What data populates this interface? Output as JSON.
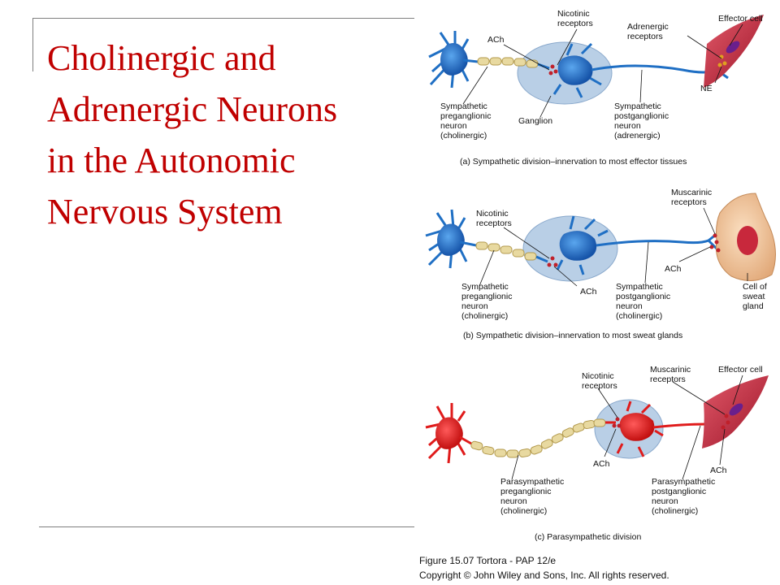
{
  "slide": {
    "title_lines": [
      "Cholinergic and",
      "Adrenergic Neurons",
      "in the Autonomic",
      "Nervous System"
    ]
  },
  "colors": {
    "title": "#c00000",
    "sympathetic_neuron": "#1f6fc4",
    "parasympathetic_neuron": "#e01b1b",
    "ganglion": "#b9cfe6",
    "myelin": "#e8d9a0",
    "effector_cell": "#c8283c",
    "sweat_gland": "#f2c79c"
  },
  "figure": {
    "panel_a": {
      "caption": "(a) Sympathetic division–innervation to most effector tissues",
      "nicotinic": [
        "Nicotinic",
        "receptors"
      ],
      "ach": "ACh",
      "adrenergic": [
        "Adrenergic",
        "receptors"
      ],
      "effector": "Effector cell",
      "ne": "NE",
      "pre": [
        "Sympathetic",
        "preganglionic",
        "neuron",
        "(cholinergic)"
      ],
      "ganglion": "Ganglion",
      "post": [
        "Sympathetic",
        "postganglionic",
        "neuron",
        "(adrenergic)"
      ]
    },
    "panel_b": {
      "caption": "(b) Sympathetic division–innervation to most sweat glands",
      "nicotinic": [
        "Nicotinic",
        "receptors"
      ],
      "muscarinic": [
        "Muscarinic",
        "receptors"
      ],
      "ach_right": "ACh",
      "ach_low": "ACh",
      "pre": [
        "Sympathetic",
        "preganglionic",
        "neuron",
        "(cholinergic)"
      ],
      "post": [
        "Sympathetic",
        "postganglionic",
        "neuron",
        "(cholinergic)"
      ],
      "gland": [
        "Cell of",
        "sweat",
        "gland"
      ]
    },
    "panel_c": {
      "caption": "(c) Parasympathetic division",
      "nicotinic": [
        "Nicotinic",
        "receptors"
      ],
      "muscarinic": [
        "Muscarinic",
        "receptors"
      ],
      "effector": "Effector cell",
      "ach_left": "ACh",
      "ach_right": "ACh",
      "pre": [
        "Parasympathetic",
        "preganglionic",
        "neuron",
        "(cholinergic)"
      ],
      "post": [
        "Parasympathetic",
        "postganglionic",
        "neuron",
        "(cholinergic)"
      ]
    },
    "footer": [
      "Figure 15.07  Tortora - PAP 12/e",
      "Copyright © John Wiley and Sons, Inc. All rights reserved."
    ]
  }
}
